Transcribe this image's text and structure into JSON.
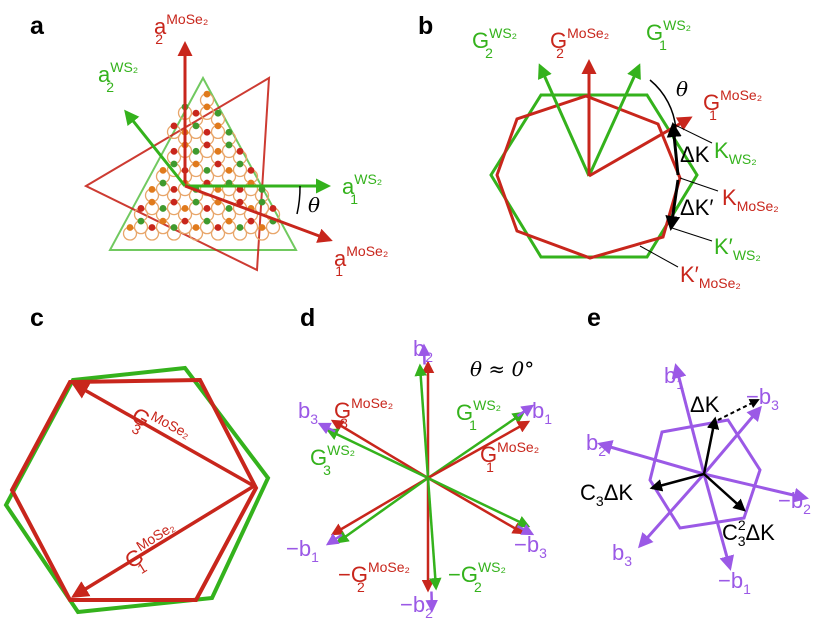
{
  "colors": {
    "mose2": "#c8261c",
    "ws2": "#34b21c",
    "reciprocal": "#9b59e6",
    "black": "#000000",
    "atom_se": "#e07a1c",
    "atom_w": "#3f9a2e",
    "atom_mo": "#c8261c"
  },
  "panels": {
    "a": "a",
    "b": "b",
    "c": "c",
    "d": "d",
    "e": "e"
  },
  "labels": {
    "a": "a",
    "G": "G",
    "K": "K",
    "b": "b",
    "minus": "−",
    "mose2": "MoSe₂",
    "ws2": "WS₂",
    "one": "1",
    "two": "2",
    "three": "3",
    "theta": "θ",
    "theta_approx": "θ ≈ 0°",
    "dk": "ΔK",
    "dk_prime": "ΔK′",
    "k_ws2": "K",
    "k_mose2": "K",
    "kp_ws2": "K′",
    "kp_mose2": "K′",
    "c3dk": "C",
    "c3_sub": "3",
    "c3_sup": "2",
    "dk_tail": "ΔK",
    "minus_g1": "−G",
    "minus_b3": "−b",
    "minus_b1": "−b",
    "minus_b2": "−b"
  }
}
